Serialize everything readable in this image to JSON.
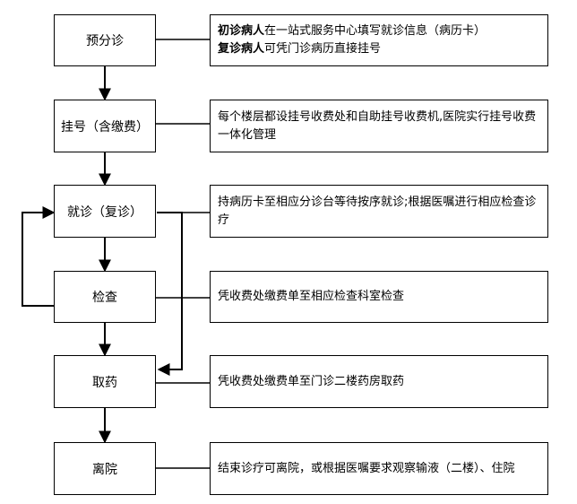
{
  "steps": [
    {
      "label": "预分诊"
    },
    {
      "label": "挂号（含缴费）"
    },
    {
      "label": "就诊（复诊）"
    },
    {
      "label": "检查"
    },
    {
      "label": "取药"
    },
    {
      "label": "离院"
    }
  ],
  "notes": {
    "triage": {
      "line1_bold": "初诊病人",
      "line1_text": "在一站式服务中心填写就诊信息（病历卡）",
      "line2_bold": "复诊病人",
      "line2_text": "可凭门诊病历直接挂号"
    },
    "register": {
      "text": "每个楼层都设挂号收费处和自助挂号收费机,医院实行挂号收费一体化管理"
    },
    "consult": {
      "text": "持病历卡至相应分诊台等待按序就诊;根据医嘱进行相应检查诊疗"
    },
    "exam": {
      "text": "凭收费处缴费单至相应检查科室检查"
    },
    "pharmacy": {
      "text": "凭收费处缴费单至门诊二楼药房取药"
    },
    "discharge": {
      "text": "结束诊疗可离院，或根据医嘱要求观察输液（二楼）、住院"
    }
  }
}
